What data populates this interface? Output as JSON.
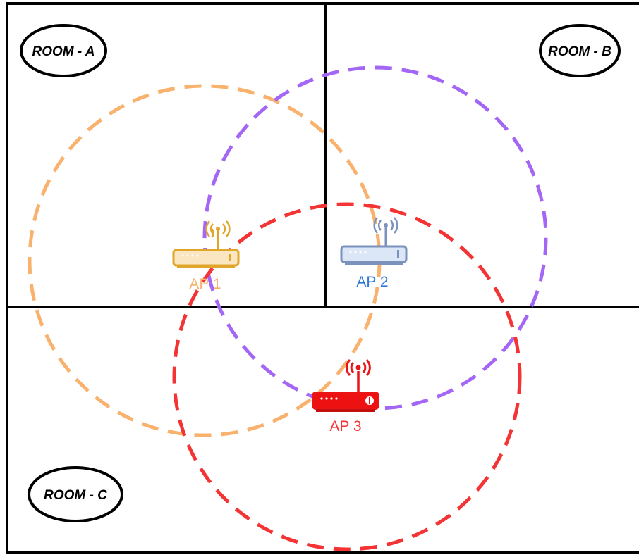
{
  "rooms": [
    {
      "id": "a",
      "label": "ROOM - A"
    },
    {
      "id": "b",
      "label": "ROOM - B"
    },
    {
      "id": "c",
      "label": "ROOM - C"
    }
  ],
  "access_points": [
    {
      "id": "ap1",
      "label": "AP 1",
      "router_color": "#e0a62a",
      "router_fill": "#fbe6c2",
      "coverage_color": "#f8b26e",
      "label_color": "#f8b26e"
    },
    {
      "id": "ap2",
      "label": "AP 2",
      "router_color": "#7a92bc",
      "router_fill": "#dbe7f7",
      "coverage_color": "#a466f4",
      "label_color": "#2f78d4"
    },
    {
      "id": "ap3",
      "label": "AP 3",
      "router_color": "#e81616",
      "router_fill": "#ee1111",
      "coverage_color": "#f43434",
      "label_color": "#f43434"
    }
  ],
  "colors": {
    "walls": "#000000",
    "background": "#ffffff"
  }
}
